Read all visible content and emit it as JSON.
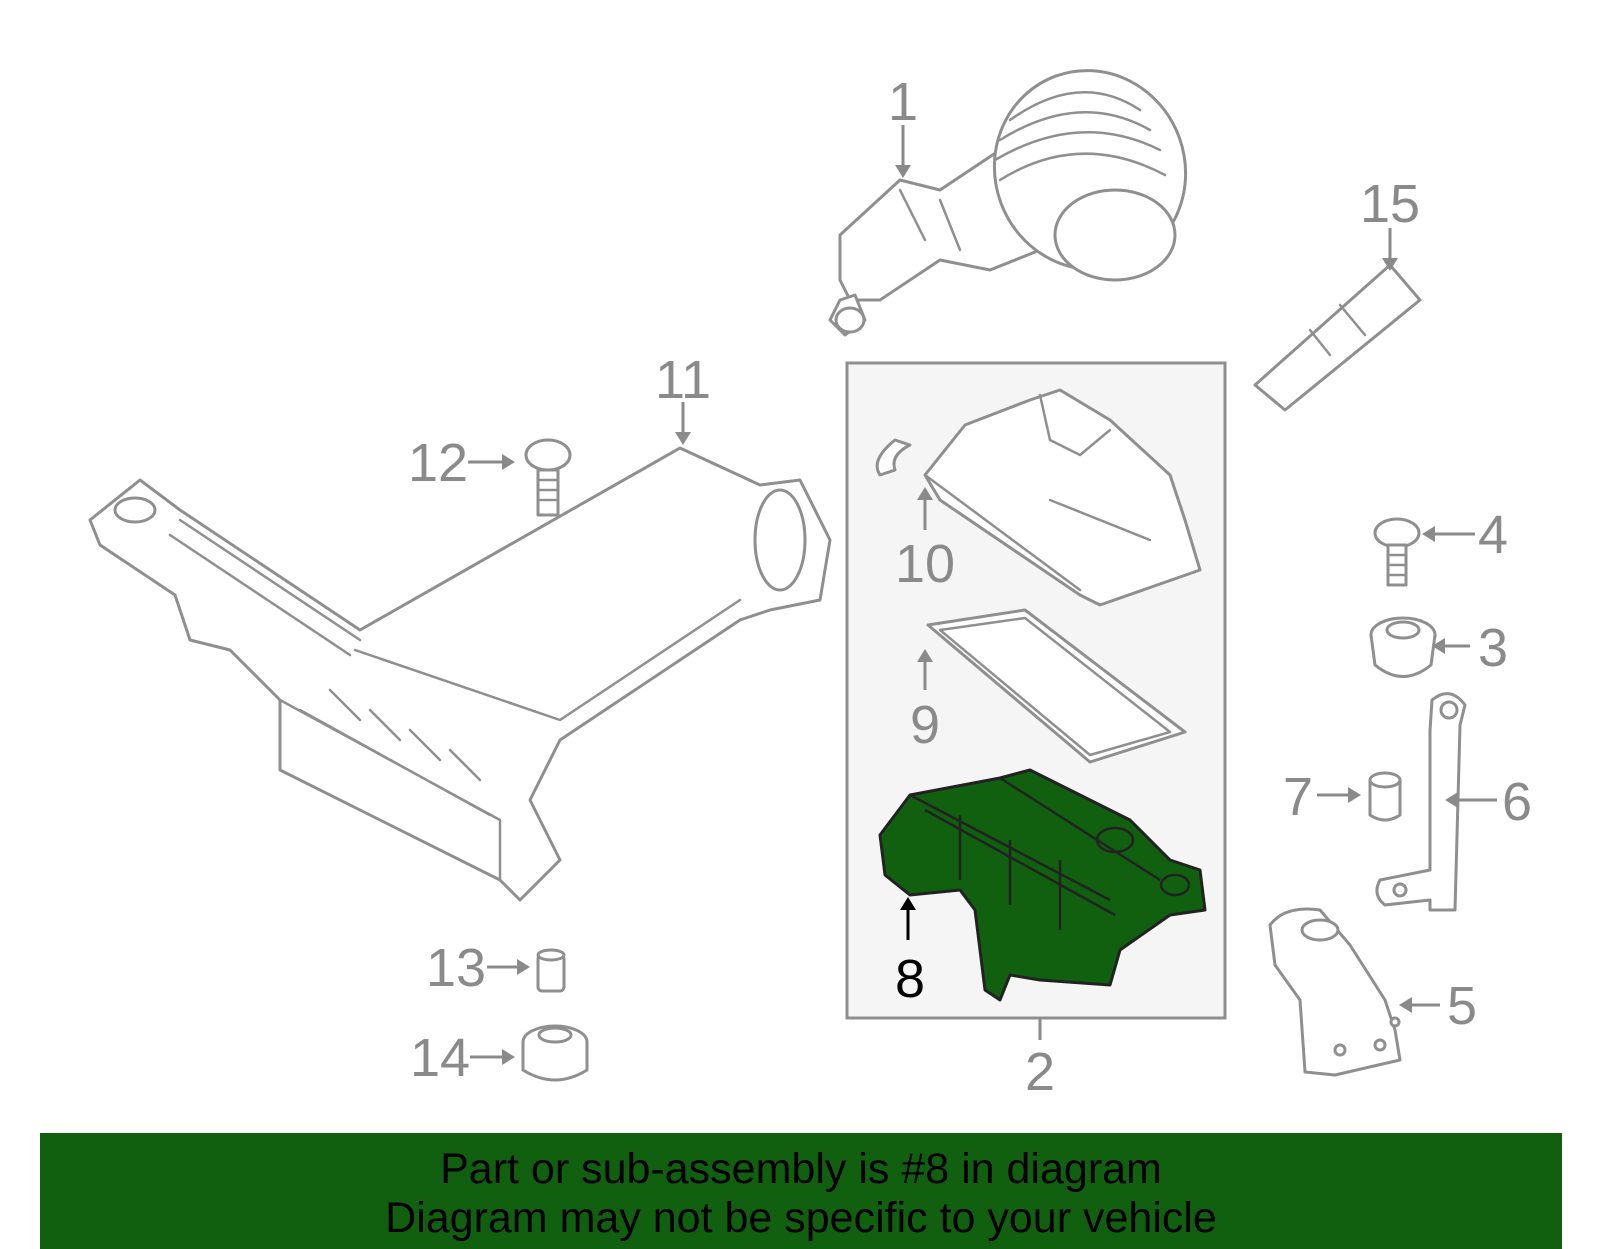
{
  "diagram": {
    "highlight_color": "#106010",
    "line_color": "#8f8f8f",
    "callouts": {
      "c1": "1",
      "c2": "2",
      "c3": "3",
      "c4": "4",
      "c5": "5",
      "c6": "6",
      "c7": "7",
      "c8": "8",
      "c9": "9",
      "c10": "10",
      "c11": "11",
      "c12": "12",
      "c13": "13",
      "c14": "14",
      "c15": "15"
    },
    "highlighted_part": "8"
  },
  "footer": {
    "line1": "Part or sub-assembly is #8 in diagram",
    "line2": "Diagram may not be specific to your vehicle",
    "background": "#106010"
  }
}
